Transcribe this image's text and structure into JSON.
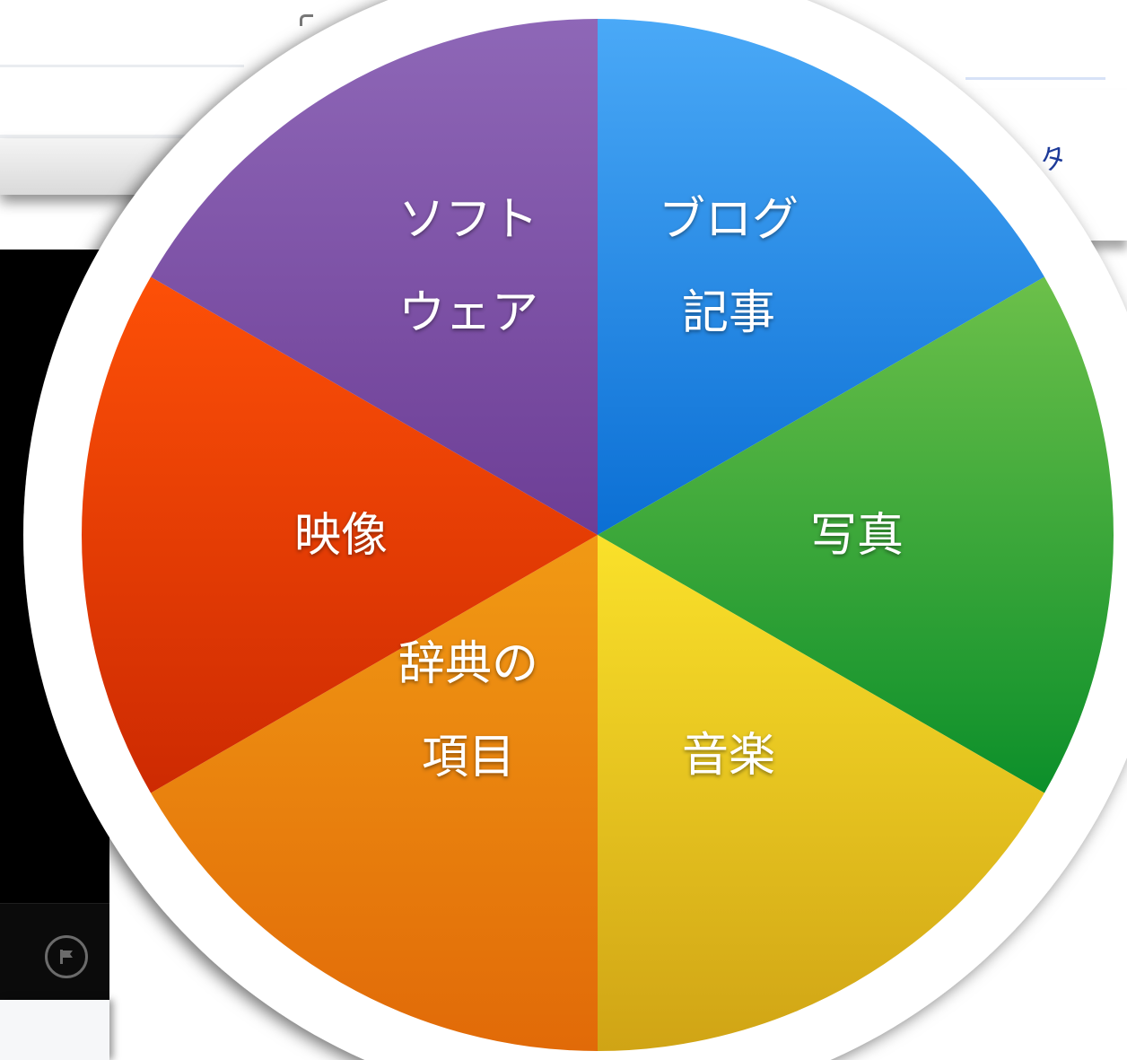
{
  "wheel": {
    "segments": [
      {
        "id": "blog",
        "lines": [
          "ブログ",
          "記事"
        ],
        "color_top": "#4aa9f7",
        "color_bottom": "#0b6fd4"
      },
      {
        "id": "photo",
        "lines": [
          "写真"
        ],
        "color_top": "#6cc04a",
        "color_bottom": "#0c8f2a"
      },
      {
        "id": "music",
        "lines": [
          "音楽"
        ],
        "color_top": "#fae12a",
        "color_bottom": "#d0a415"
      },
      {
        "id": "dictionary",
        "lines": [
          "辞典の",
          "項目"
        ],
        "color_top": "#f19a14",
        "color_bottom": "#e16a08"
      },
      {
        "id": "video",
        "lines": [
          "映像"
        ],
        "color_top": "#fd5007",
        "color_bottom": "#cd2a02"
      },
      {
        "id": "software",
        "lines": [
          "ソフト",
          "ウェア"
        ],
        "color_top": "#8e67b7",
        "color_bottom": "#6d3e96"
      }
    ]
  },
  "background": {
    "right_char": "タ"
  },
  "icons": {
    "flag": "flag-icon"
  }
}
